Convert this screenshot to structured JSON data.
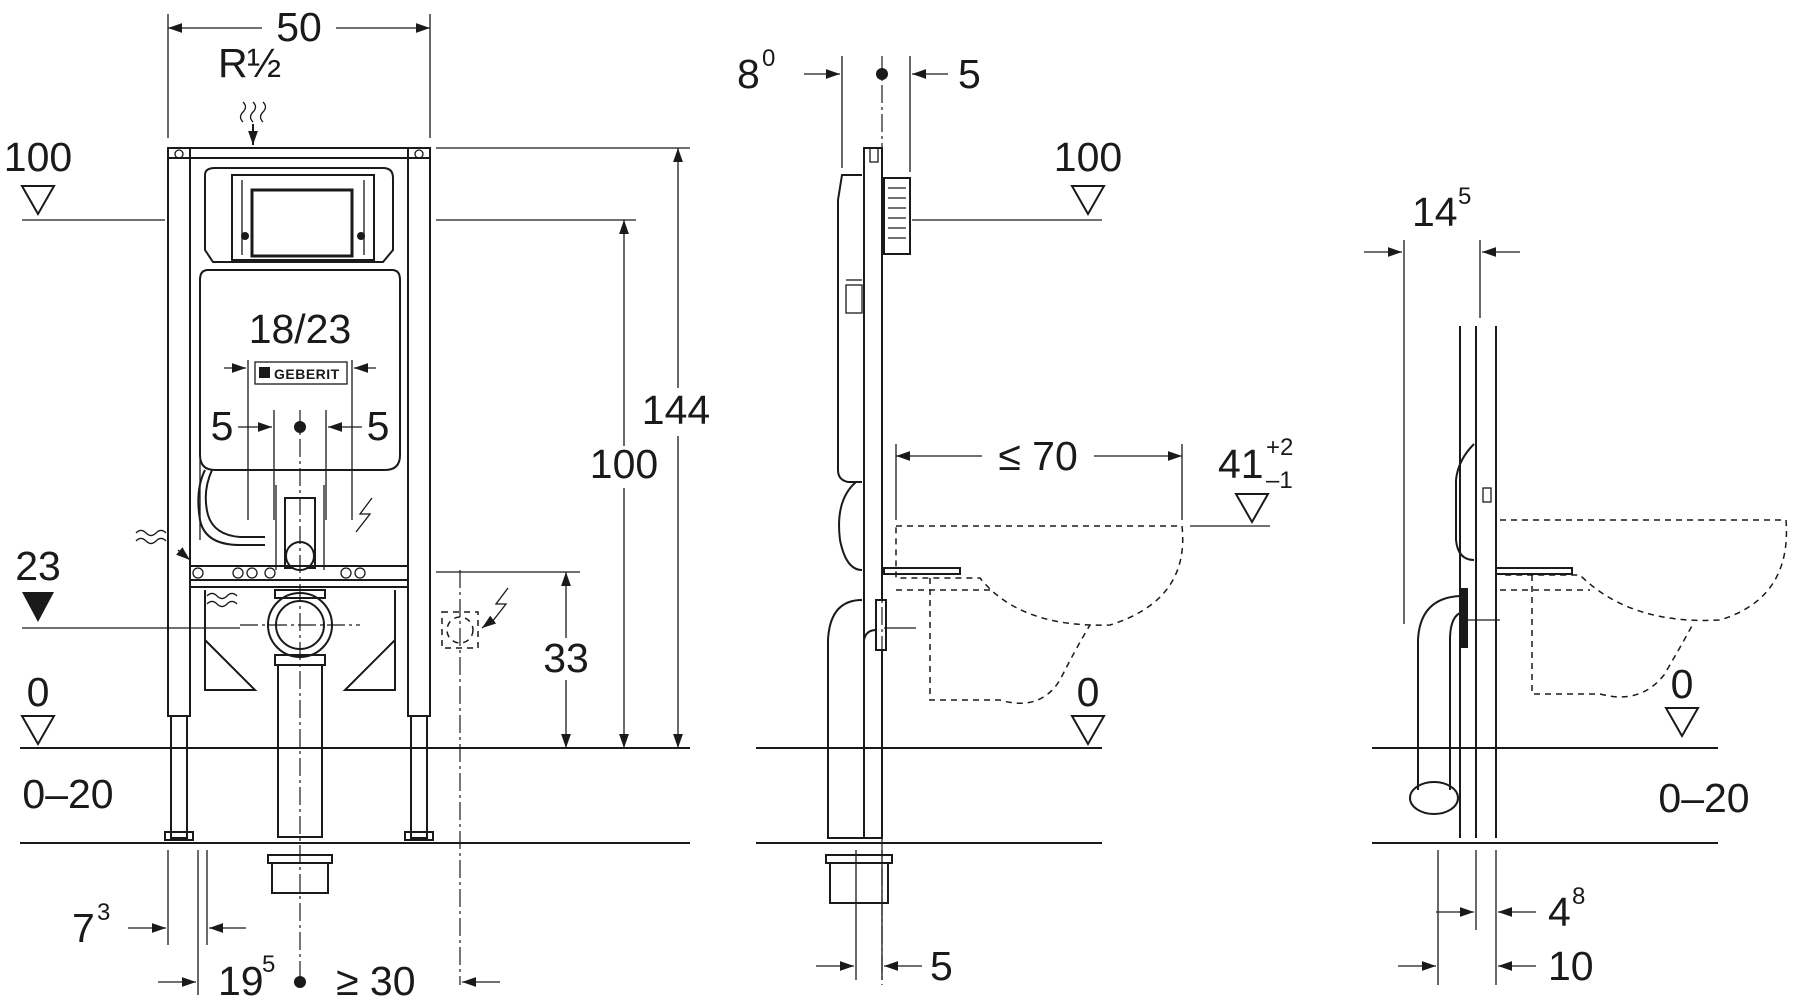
{
  "front": {
    "width": "50",
    "connection": "R",
    "connection_frac": "½",
    "level_top": "100",
    "plate": "18/23",
    "left_5": "5",
    "right_5": "5",
    "height_total": "144",
    "height_100": "100",
    "level_23": "23",
    "height_33": "33",
    "level_0": "0",
    "range_0_20": "0–20",
    "offset_7": "7",
    "offset_7_sup": "3",
    "offset_19": "19",
    "offset_19_sup": "5",
    "min_30": "≥ 30",
    "logo": "GEBERIT"
  },
  "side": {
    "depth_8": "8",
    "depth_8_sup": "0",
    "right_5": "5",
    "level_top": "100",
    "pan_70": "≤ 70",
    "pan_41": "41",
    "tol_plus": "+2",
    "tol_minus": "–1",
    "level_0": "0",
    "bottom_5": "5"
  },
  "narrow": {
    "width_14": "14",
    "width_14_sup": "5",
    "level_0": "0",
    "range_0_20": "0–20",
    "offset_4": "4",
    "offset_4_sup": "8",
    "offset_10": "10"
  }
}
